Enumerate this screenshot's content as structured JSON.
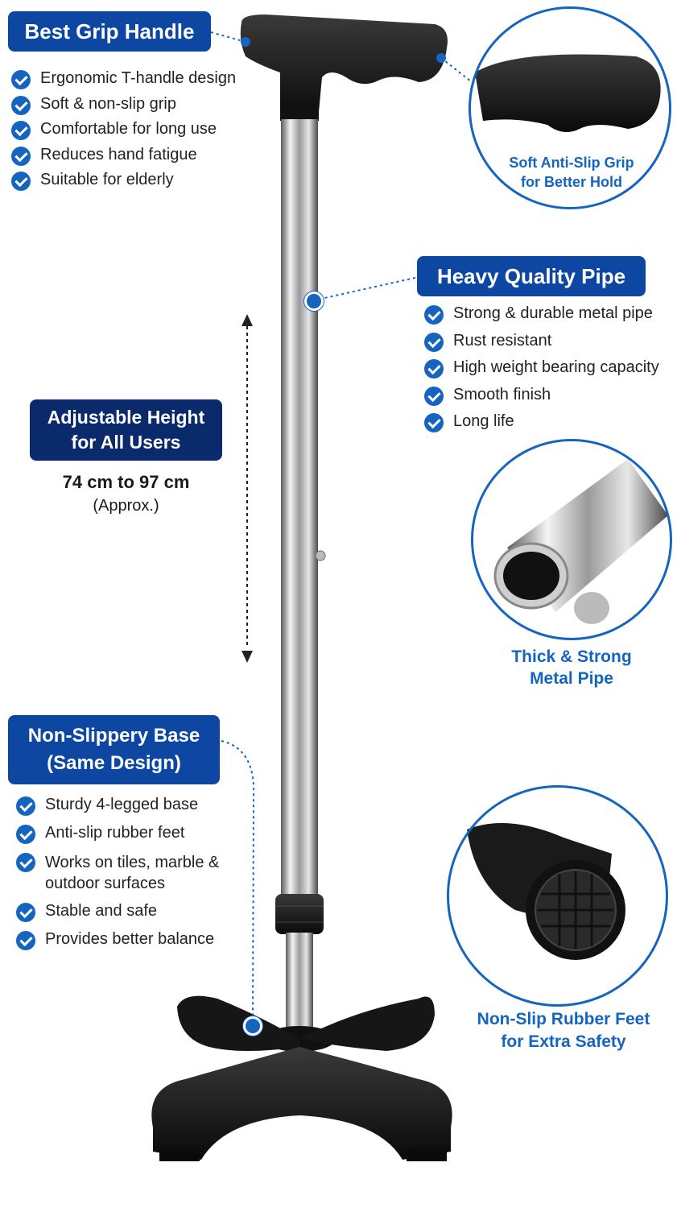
{
  "grip": {
    "title": "Best Grip Handle",
    "features": [
      "Ergonomic T-handle design",
      "Soft & non-slip grip",
      "Comfortable for long use",
      "Reduces hand fatigue",
      "Suitable for elderly"
    ],
    "caption_line1": "Soft Anti-Slip Grip",
    "caption_line2": "for Better Hold"
  },
  "pipe": {
    "title": "Heavy Quality Pipe",
    "features": [
      "Strong & durable metal pipe",
      "Rust resistant",
      "High weight bearing capacity",
      "Smooth finish",
      "Long life"
    ],
    "caption_line1": "Thick & Strong",
    "caption_line2": "Metal Pipe"
  },
  "height": {
    "title_line1": "Adjustable Height",
    "title_line2": "for All Users",
    "range": "74 cm to 97 cm",
    "note": "(Approx.)"
  },
  "base": {
    "title_line1": "Non-Slippery Base",
    "title_line2": "(Same Design)",
    "features": [
      "Sturdy 4-legged base",
      "Anti-slip rubber feet",
      "Works on tiles, marble & outdoor surfaces",
      "Stable and safe",
      "Provides better balance"
    ],
    "caption_line1": "Non-Slip Rubber Feet",
    "caption_line2": "for Extra Safety"
  },
  "colors": {
    "accent": "#1565c0",
    "dark_badge": "#0b2a6b",
    "badge": "#0d47a1"
  }
}
